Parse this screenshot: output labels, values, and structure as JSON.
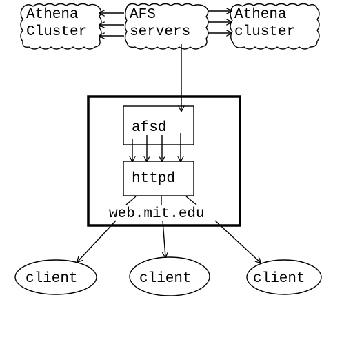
{
  "clusters": {
    "left": {
      "line1": "Athena",
      "line2": "Cluster"
    },
    "center": {
      "line1": "AFS",
      "line2": "servers"
    },
    "right": {
      "line1": "Athena",
      "line2": "cluster"
    }
  },
  "server": {
    "afsd_label": "afsd",
    "httpd_label": "httpd",
    "host_label": "web.mit.edu"
  },
  "clients": [
    {
      "label": "client"
    },
    {
      "label": "client"
    },
    {
      "label": "client"
    }
  ],
  "colors": {
    "ink": "#000000",
    "background": "#ffffff"
  }
}
